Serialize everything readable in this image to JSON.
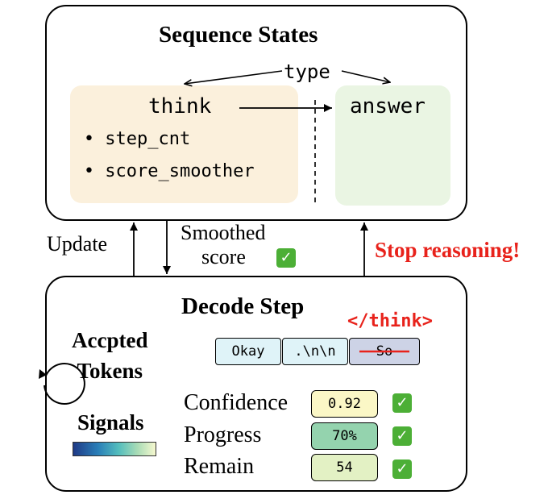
{
  "top_box": {
    "title": "Sequence States",
    "type_label": "type",
    "think_label": "think",
    "answer_label": "answer",
    "think_items": [
      "step_cnt",
      "score_smoother"
    ]
  },
  "arrows": {
    "update_label": "Update",
    "smoothed_label_line1": "Smoothed",
    "smoothed_label_line2": "score",
    "stop_label": "Stop reasoning!"
  },
  "bottom_box": {
    "title": "Decode Step",
    "accepted_label_line1": "Accpted",
    "accepted_label_line2": "Tokens",
    "end_think_tag": "</think>",
    "tokens": [
      "Okay",
      ".\\n\\n",
      "So"
    ],
    "signals_label": "Signals",
    "signals": [
      {
        "name": "Confidence",
        "value": "0.92"
      },
      {
        "name": "Progress",
        "value": "70%"
      },
      {
        "name": "Remain",
        "value": "54"
      }
    ]
  },
  "colors": {
    "stop_red": "#e8221b",
    "think_bg": "#fbf0dc",
    "answer_bg": "#eaf5e3",
    "token_bg": "#dff3f8",
    "token_rejected_bg": "#cdd3e6",
    "confidence_bg": "#fbf7c6",
    "progress_bg": "#94d3ae",
    "remain_bg": "#e3f1c4",
    "check_green": "#4caf36"
  },
  "icons": [
    "check-icon",
    "loop-arrow-icon",
    "colorbar-icon"
  ]
}
